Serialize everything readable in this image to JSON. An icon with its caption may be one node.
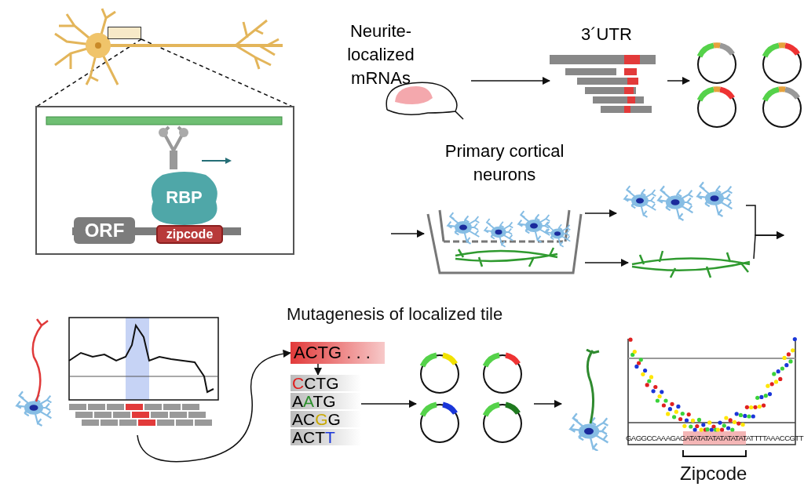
{
  "diagram": {
    "nodes": [
      {
        "text": [],
        "shape": "picture"
      },
      {
        "text": [],
        "shape": "box",
        "in": 0
      },
      {
        "text": [],
        "shape": "box"
      },
      {
        "text": [
          "ORF"
        ],
        "in": 2
      },
      {
        "text": [
          "RBP"
        ],
        "in": 2
      },
      {
        "text": [
          "zipcode"
        ],
        "in": 2
      },
      {
        "text": [
          "Neurite-localized mRNAs"
        ]
      },
      {
        "text": [
          "3´UTR"
        ]
      },
      {
        "text": [],
        "shape": "picture"
      },
      {
        "text": [
          "Primary cortical neurons"
        ]
      },
      {
        "text": [],
        "shape": "picture"
      },
      {
        "text": [],
        "shape": "picture"
      },
      {
        "text": [],
        "shape": "picture"
      },
      {
        "text": [
          "ACTG . . ."
        ]
      },
      {
        "text": [
          "CCTG",
          "AATG",
          "ACGG",
          "ACTT"
        ]
      },
      {
        "text": [],
        "shape": "picture"
      },
      {
        "text": [],
        "shape": "picture"
      },
      {
        "text": [],
        "shape": "picture"
      }
    ],
    "edges": [
      {
        "from": 1,
        "to": 2,
        "arrow": "none",
        "style": "dashed"
      },
      {
        "from": 1,
        "to": 2,
        "arrow": "none",
        "style": "dashed"
      },
      {
        "from": 6,
        "to": 7,
        "arrow": "to"
      },
      {
        "from": 7,
        "to": 8,
        "arrow": "to"
      },
      {
        "from": null,
        "to": 9,
        "arrow": "to"
      },
      {
        "from": 9,
        "to": 10,
        "arrow": "to"
      },
      {
        "from": 9,
        "to": 11,
        "arrow": "to"
      },
      {
        "from": 10,
        "to": null,
        "arrow": "to"
      },
      {
        "from": 11,
        "to": null,
        "arrow": "to"
      },
      {
        "from": 12,
        "to": 13,
        "arrow": "to"
      },
      {
        "from": 13,
        "to": 14,
        "arrow": "to"
      },
      {
        "from": 14,
        "to": 15,
        "arrow": "to"
      },
      {
        "from": 15,
        "to": 16,
        "arrow": "to"
      }
    ],
    "labels": [
      "Mutagenesis of localized tile",
      "GAGGCCAAAGAGATATATATATATATATATTTTAAACCGTT",
      "Zipcode"
    ]
  }
}
